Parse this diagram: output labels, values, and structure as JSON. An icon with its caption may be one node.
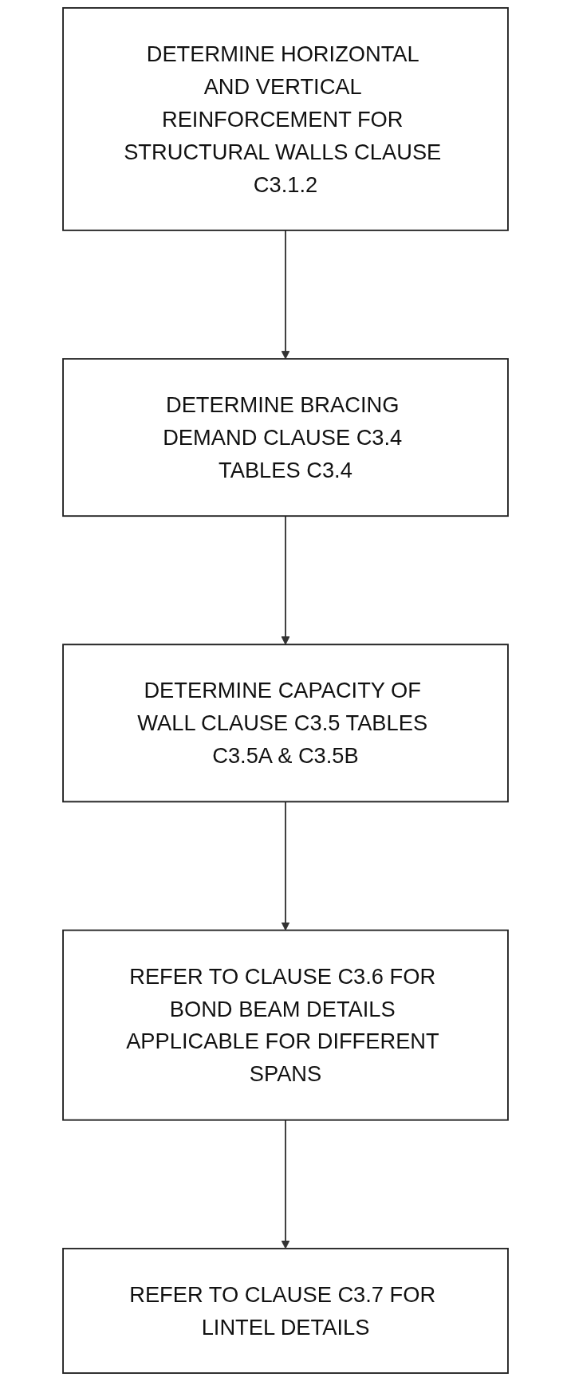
{
  "diagram": {
    "nodes": [
      {
        "text": [
          "DETERMINE HORIZONTAL AND VERTICAL REINFORCEMENT FOR STRUCTURAL WALLS CLAUSE C3.1.2"
        ]
      },
      {
        "text": [
          "DETERMINE BRACING DEMAND CLAUSE C3.4 TABLES C3.4"
        ]
      },
      {
        "text": [
          "DETERMINE CAPACITY OF WALL CLAUSE C3.5 TABLES C3.5A & C3.5B"
        ]
      },
      {
        "text": [
          "REFER TO CLAUSE C3.6 FOR BOND BEAM DETAILS APPLICABLE FOR DIFFERENT SPANS"
        ]
      },
      {
        "text": [
          "REFER TO CLAUSE C3.7 FOR LINTEL DETAILS"
        ]
      }
    ],
    "edges": [
      {
        "from": 0,
        "to": 1,
        "arrow": "to"
      },
      {
        "from": 1,
        "to": 2,
        "arrow": "to"
      },
      {
        "from": 2,
        "to": 3,
        "arrow": "to"
      },
      {
        "from": 3,
        "to": 4,
        "arrow": "to"
      }
    ]
  }
}
